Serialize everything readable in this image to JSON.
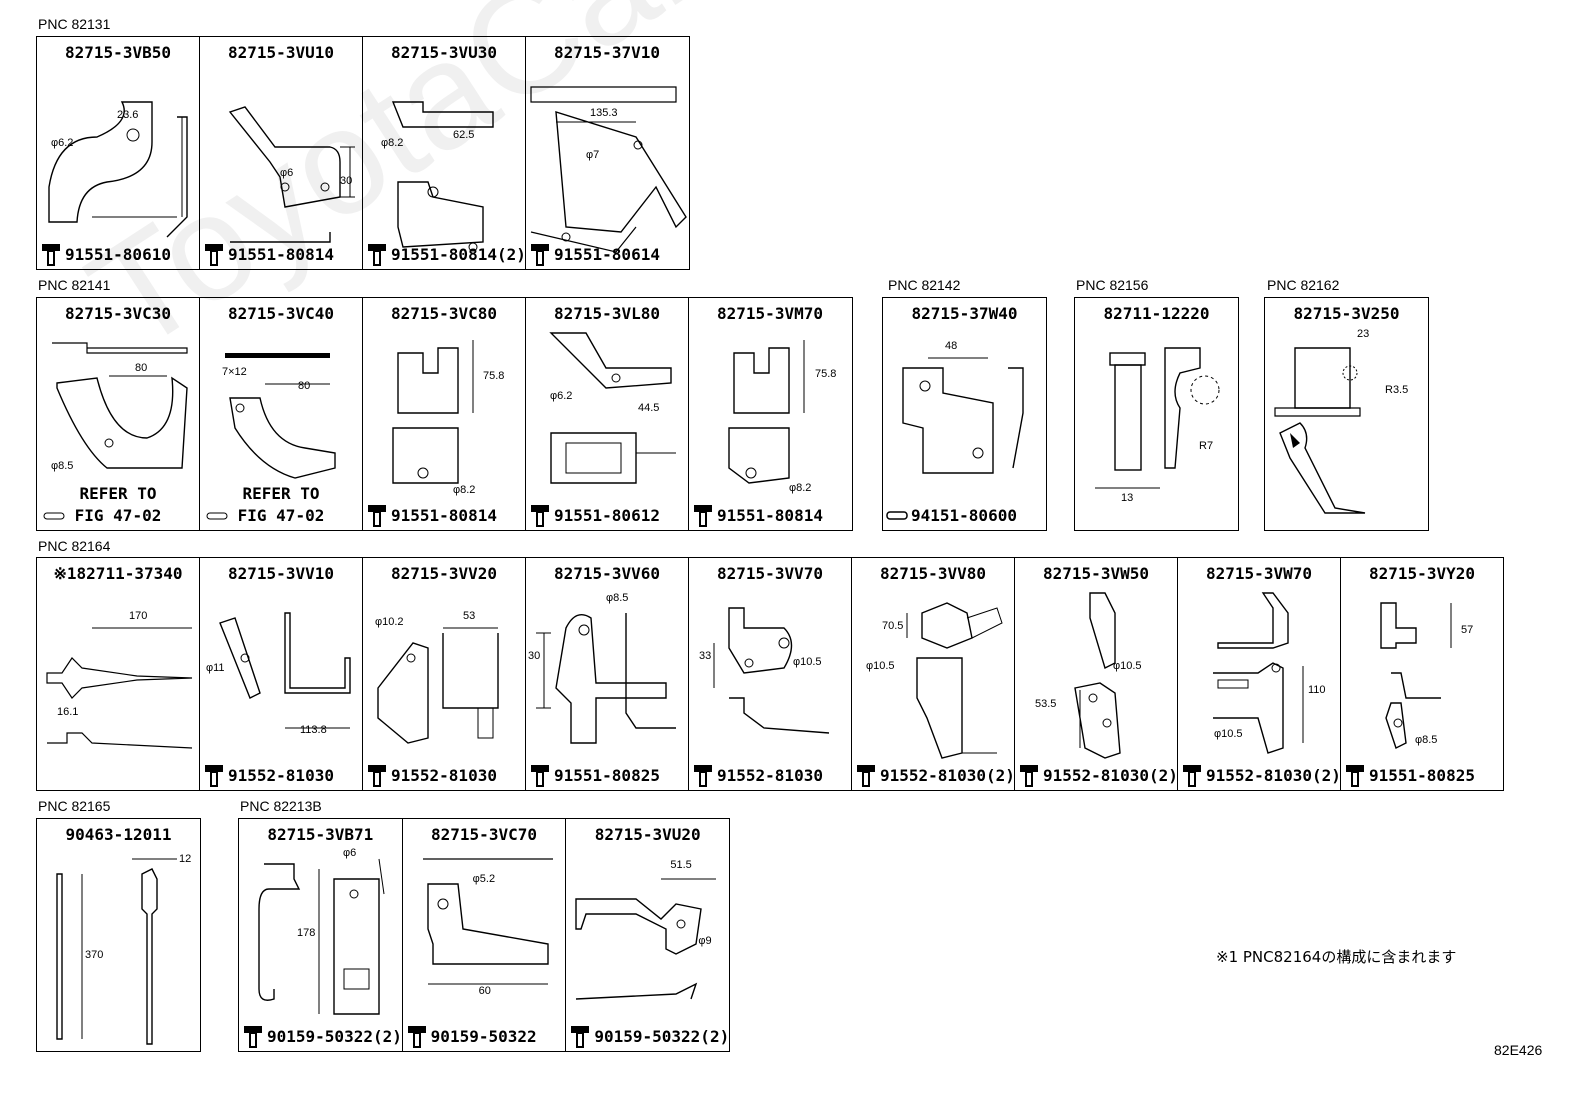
{
  "watermark": "ToyotaCarMine.ru",
  "groups": [
    {
      "pnc": "PNC 82131",
      "cells": [
        {
          "part": "82715-3VB50",
          "bolt": "91551-80610",
          "dims": [
            "23.6",
            "φ6.2"
          ]
        },
        {
          "part": "82715-3VU10",
          "bolt": "91551-80814",
          "dims": [
            "φ6",
            "30"
          ]
        },
        {
          "part": "82715-3VU30",
          "bolt": "91551-80814(2)",
          "dims": [
            "φ8.2",
            "62.5"
          ]
        },
        {
          "part": "82715-37V10",
          "bolt": "91551-80614",
          "dims": [
            "135.3",
            "φ7"
          ]
        }
      ]
    },
    {
      "pnc": "PNC 82141",
      "cells": [
        {
          "part": "82715-3VC30",
          "ref": [
            "REFER TO",
            "FIG 47-02"
          ],
          "dims": [
            "80",
            "φ8.5"
          ]
        },
        {
          "part": "82715-3VC40",
          "ref": [
            "REFER TO",
            "FIG 47-02"
          ],
          "dims": [
            "7×12",
            "80"
          ]
        },
        {
          "part": "82715-3VC80",
          "bolt": "91551-80814",
          "dims": [
            "75.8",
            "φ8.2"
          ]
        },
        {
          "part": "82715-3VL80",
          "bolt": "91551-80612",
          "dims": [
            "φ6.2",
            "44.5"
          ]
        },
        {
          "part": "82715-3VM70",
          "bolt": "91551-80814",
          "dims": [
            "75.8",
            "φ8.2"
          ]
        }
      ]
    },
    {
      "pnc": "PNC 82142",
      "cells": [
        {
          "part": "82715-37W40",
          "bolt": "94151-80600",
          "dims": [
            "48"
          ]
        }
      ]
    },
    {
      "pnc": "PNC 82156",
      "cells": [
        {
          "part": "82711-12220",
          "dims": [
            "R7",
            "13"
          ]
        }
      ]
    },
    {
      "pnc": "PNC 82162",
      "cells": [
        {
          "part": "82715-3V250",
          "dims": [
            "23",
            "R3.5"
          ]
        }
      ]
    },
    {
      "pnc": "PNC 82164",
      "cells": [
        {
          "part": "※182711-37340",
          "dims": [
            "170",
            "16.1"
          ]
        },
        {
          "part": "82715-3VV10",
          "bolt": "91552-81030",
          "dims": [
            "φ11",
            "113.8"
          ]
        },
        {
          "part": "82715-3VV20",
          "bolt": "91552-81030",
          "dims": [
            "φ10.2",
            "53"
          ]
        },
        {
          "part": "82715-3VV60",
          "bolt": "91551-80825",
          "dims": [
            "φ8.5",
            "30"
          ]
        },
        {
          "part": "82715-3VV70",
          "bolt": "91552-81030",
          "dims": [
            "33",
            "φ10.5"
          ]
        },
        {
          "part": "82715-3VV80",
          "bolt": "91552-81030(2)",
          "dims": [
            "70.5",
            "φ10.5"
          ]
        },
        {
          "part": "82715-3VW50",
          "bolt": "91552-81030(2)",
          "dims": [
            "φ10.5",
            "53.5"
          ]
        },
        {
          "part": "82715-3VW70",
          "bolt": "91552-81030(2)",
          "dims": [
            "110",
            "φ10.5"
          ]
        },
        {
          "part": "82715-3VY20",
          "bolt": "91551-80825",
          "dims": [
            "57",
            "φ8.5"
          ]
        }
      ]
    },
    {
      "pnc": "PNC 82165",
      "cells": [
        {
          "part": "90463-12011",
          "dims": [
            "12",
            "370"
          ]
        }
      ]
    },
    {
      "pnc": "PNC 82213B",
      "cells": [
        {
          "part": "82715-3VB71",
          "bolt": "90159-50322(2)",
          "dims": [
            "φ6",
            "178"
          ]
        },
        {
          "part": "82715-3VC70",
          "bolt": "90159-50322",
          "dims": [
            "φ5.2",
            "60"
          ]
        },
        {
          "part": "82715-3VU20",
          "bolt": "90159-50322(2)",
          "dims": [
            "51.5",
            "φ9"
          ]
        }
      ]
    }
  ],
  "footnote": "※1 PNC82164の構成に含まれます",
  "figure_code": "82E426"
}
